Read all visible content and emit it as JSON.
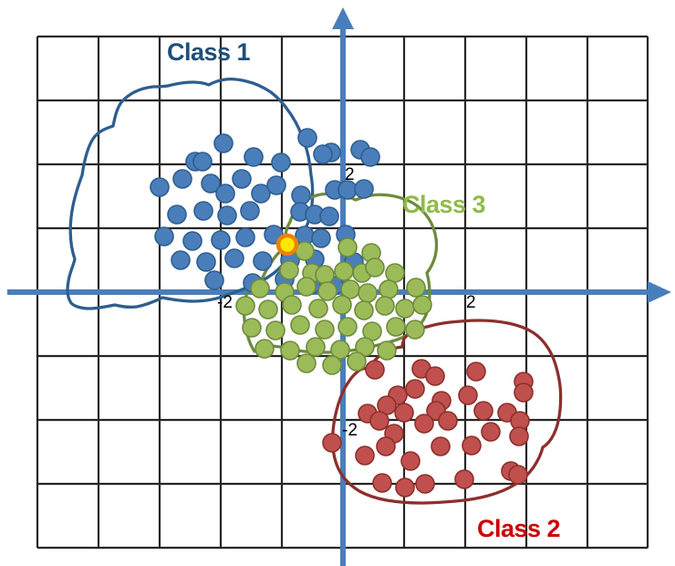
{
  "figure": {
    "title": "",
    "background": "#ffffff"
  },
  "labels": {
    "class1": "Class 1",
    "class2": "Class 2",
    "class3": "Class 3"
  },
  "ticks": {
    "y_positive": "2",
    "y_negative": "-2",
    "x_negative": "-2",
    "x_positive": "2"
  },
  "colors": {
    "class1_fill": "#4A7EBB",
    "class1_stroke": "#2E5E8E",
    "class1_text": "#1F4E79",
    "class2_fill": "#C0504D",
    "class2_stroke": "#8C2F2C",
    "class2_text": "#CC0000",
    "class3_fill": "#9BBB59",
    "class3_stroke": "#6E8B3D",
    "class3_text": "#8FBB4A",
    "query_fill": "#FFE800",
    "query_stroke": "#F08000",
    "axis": "#4A7EBB",
    "grid": "#262626"
  },
  "chart_data": {
    "type": "scatter",
    "title": "",
    "xlabel": "",
    "ylabel": "",
    "xlim": [
      -5,
      5
    ],
    "ylim": [
      -4,
      4
    ],
    "grid": true,
    "xticks": [
      -2,
      2
    ],
    "yticks": [
      -2,
      2
    ],
    "legend_position": "inline-annotations",
    "annotations": [
      {
        "text": "Class 1",
        "x": -2.9,
        "y": 3.45,
        "color": "#1F4E79"
      },
      {
        "text": "Class 3",
        "x": 1.0,
        "y": 1.45,
        "color": "#8FBB4A"
      },
      {
        "text": "Class 2",
        "x": 2.2,
        "y": -3.6,
        "color": "#CC0000"
      }
    ],
    "series": [
      {
        "name": "Class 1",
        "color": "#4A7EBB",
        "marker": "circle",
        "points": [
          [
            -1.95,
            2.33
          ],
          [
            -2.42,
            2.05
          ],
          [
            -2.29,
            2.05
          ],
          [
            -1.02,
            2.03
          ],
          [
            -1.46,
            2.12
          ],
          [
            -0.58,
            2.42
          ],
          [
            -0.2,
            2.18
          ],
          [
            -0.33,
            2.15
          ],
          [
            0.28,
            2.22
          ],
          [
            0.45,
            2.12
          ],
          [
            -2.63,
            1.77
          ],
          [
            -3.0,
            1.64
          ],
          [
            -2.17,
            1.7
          ],
          [
            -1.93,
            1.55
          ],
          [
            -1.66,
            1.77
          ],
          [
            -1.35,
            1.55
          ],
          [
            -1.09,
            1.67
          ],
          [
            -0.69,
            1.52
          ],
          [
            -0.13,
            1.6
          ],
          [
            0.08,
            1.6
          ],
          [
            0.34,
            1.62
          ],
          [
            -2.72,
            1.22
          ],
          [
            -2.28,
            1.28
          ],
          [
            -1.9,
            1.2
          ],
          [
            -1.52,
            1.27
          ],
          [
            -0.7,
            1.25
          ],
          [
            -0.47,
            1.21
          ],
          [
            -0.22,
            1.18
          ],
          [
            -2.93,
            0.87
          ],
          [
            -2.46,
            0.8
          ],
          [
            -2.0,
            0.82
          ],
          [
            -1.6,
            0.86
          ],
          [
            -1.13,
            0.9
          ],
          [
            -0.62,
            0.88
          ],
          [
            -0.36,
            0.84
          ],
          [
            0.05,
            0.9
          ],
          [
            -2.65,
            0.5
          ],
          [
            -2.23,
            0.47
          ],
          [
            -1.77,
            0.53
          ],
          [
            -1.31,
            0.48
          ],
          [
            -0.86,
            0.5
          ],
          [
            -0.45,
            0.52
          ],
          [
            0.18,
            0.47
          ],
          [
            -2.1,
            0.18
          ],
          [
            -1.48,
            0.15
          ],
          [
            -0.95,
            0.2
          ],
          [
            -0.52,
            0.12
          ],
          [
            -0.15,
            0.1
          ]
        ]
      },
      {
        "name": "Class 3",
        "color": "#9BBB59",
        "marker": "circle",
        "points": [
          [
            -0.62,
            0.65
          ],
          [
            0.08,
            0.7
          ],
          [
            0.46,
            0.62
          ],
          [
            -0.88,
            0.35
          ],
          [
            -0.5,
            0.3
          ],
          [
            -0.3,
            0.28
          ],
          [
            0.02,
            0.33
          ],
          [
            0.31,
            0.3
          ],
          [
            0.52,
            0.38
          ],
          [
            0.85,
            0.3
          ],
          [
            -1.35,
            0.06
          ],
          [
            -0.95,
            0.0
          ],
          [
            -0.6,
            0.08
          ],
          [
            -0.25,
            0.02
          ],
          [
            0.12,
            0.05
          ],
          [
            0.4,
            -0.02
          ],
          [
            0.75,
            0.04
          ],
          [
            1.2,
            0.07
          ],
          [
            -1.6,
            -0.22
          ],
          [
            -1.22,
            -0.27
          ],
          [
            -0.84,
            -0.2
          ],
          [
            -0.4,
            -0.25
          ],
          [
            -0.02,
            -0.2
          ],
          [
            0.34,
            -0.28
          ],
          [
            0.68,
            -0.22
          ],
          [
            1.02,
            -0.26
          ],
          [
            1.3,
            -0.2
          ],
          [
            -1.5,
            -0.55
          ],
          [
            -1.1,
            -0.6
          ],
          [
            -0.7,
            -0.52
          ],
          [
            -0.3,
            -0.58
          ],
          [
            0.08,
            -0.55
          ],
          [
            0.48,
            -0.62
          ],
          [
            0.86,
            -0.55
          ],
          [
            1.18,
            -0.58
          ],
          [
            -1.28,
            -0.88
          ],
          [
            -0.86,
            -0.92
          ],
          [
            -0.45,
            -0.85
          ],
          [
            -0.05,
            -0.9
          ],
          [
            0.35,
            -0.86
          ],
          [
            0.72,
            -0.92
          ],
          [
            -0.6,
            -1.12
          ],
          [
            -0.18,
            -1.15
          ],
          [
            0.22,
            -1.08
          ]
        ]
      },
      {
        "name": "Class 2",
        "color": "#C0504D",
        "marker": "circle",
        "points": [
          [
            0.52,
            -1.22
          ],
          [
            1.28,
            -1.2
          ],
          [
            1.5,
            -1.32
          ],
          [
            2.18,
            -1.25
          ],
          [
            2.95,
            -1.4
          ],
          [
            2.95,
            -1.58
          ],
          [
            0.9,
            -1.62
          ],
          [
            1.18,
            -1.52
          ],
          [
            0.72,
            -1.78
          ],
          [
            1.62,
            -1.7
          ],
          [
            2.04,
            -1.62
          ],
          [
            0.4,
            -1.9
          ],
          [
            1.0,
            -1.88
          ],
          [
            1.52,
            -1.85
          ],
          [
            2.3,
            -1.85
          ],
          [
            2.68,
            -1.88
          ],
          [
            0.6,
            -2.02
          ],
          [
            1.32,
            -2.05
          ],
          [
            1.72,
            -2.02
          ],
          [
            2.9,
            -2.02
          ],
          [
            0.84,
            -2.22
          ],
          [
            2.42,
            -2.18
          ],
          [
            2.88,
            -2.25
          ],
          [
            -0.18,
            -2.35
          ],
          [
            0.7,
            -2.42
          ],
          [
            0.36,
            -2.55
          ],
          [
            1.6,
            -2.42
          ],
          [
            2.1,
            -2.4
          ],
          [
            1.1,
            -2.65
          ],
          [
            2.75,
            -2.8
          ],
          [
            0.64,
            -2.98
          ],
          [
            1.02,
            -3.05
          ],
          [
            1.35,
            -3.0
          ],
          [
            1.98,
            -2.92
          ],
          [
            2.86,
            -2.85
          ]
        ]
      },
      {
        "name": "Query point",
        "color": "#FFE800",
        "marker": "circle-highlight",
        "points": [
          [
            -0.91,
            0.74
          ]
        ]
      }
    ],
    "hulls": [
      {
        "name": "Class 1 boundary",
        "color": "#2E5E8E"
      },
      {
        "name": "Class 3 boundary",
        "color": "#6E8B3D"
      },
      {
        "name": "Class 2 boundary",
        "color": "#8C2F2C"
      }
    ]
  }
}
